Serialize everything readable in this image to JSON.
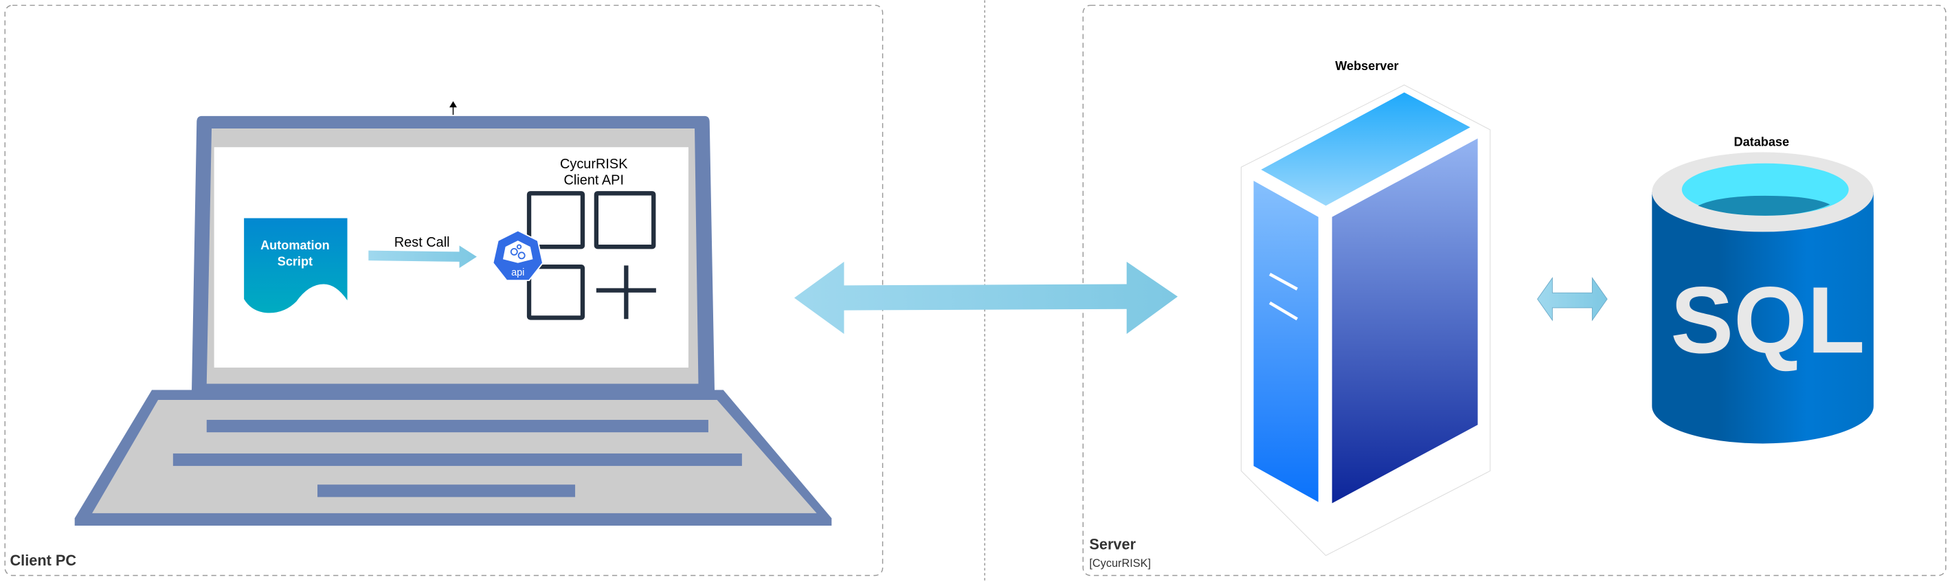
{
  "client": {
    "label": "Client PC",
    "script_label_line1": "Automation",
    "script_label_line2": "Script",
    "rest_call": "Rest Call",
    "api_title_line1": "CycurRISK",
    "api_title_line2": "Client API",
    "api_badge": "api"
  },
  "server": {
    "label": "Server",
    "sublabel": "[CycurRISK]",
    "webserver_label": "Webserver",
    "database_label": "Database",
    "sql_text": "SQL"
  },
  "colors": {
    "laptop_frame": "#6a82b2",
    "laptop_gray": "#cccccc",
    "arrow": "#7ec8e3",
    "api_blue": "#326ce5",
    "sql_blue": "#0072c6"
  }
}
